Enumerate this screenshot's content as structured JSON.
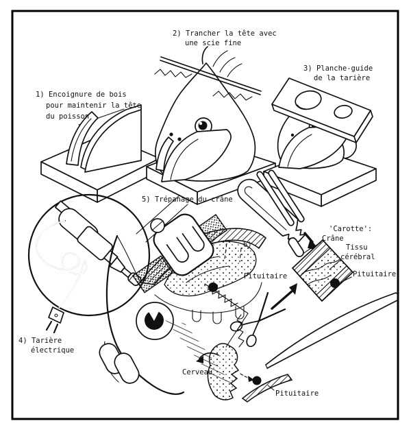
{
  "colors": {
    "ink": "#111111",
    "paper": "#ffffff"
  },
  "steps": {
    "s1": {
      "lines": [
        "1) Encoignure de bois",
        "pour maintenir la tête",
        "du poisson"
      ]
    },
    "s2": {
      "lines": [
        "2) Trancher la tête avec",
        "une scie fine"
      ]
    },
    "s3": {
      "lines": [
        "3) Planche-guide",
        "de la tarière"
      ]
    },
    "s4": {
      "lines": [
        "4) Tarière",
        "électrique"
      ]
    },
    "s5": {
      "lines": [
        "5) Trépanage du crâne"
      ]
    },
    "s6": {
      "lines": [
        "6)"
      ]
    }
  },
  "annotations": {
    "carotte_heading": "'Carotte':",
    "carotte_crane": "Crâne",
    "carotte_tissu_line1": "Tissu",
    "carotte_tissu_line2": "cérébral",
    "carotte_pituitaire": "Pituitaire",
    "head_pituitaire": "Pituitaire",
    "cerveau": "Cerveau",
    "gland_pituitaire": "Pituitaire"
  }
}
